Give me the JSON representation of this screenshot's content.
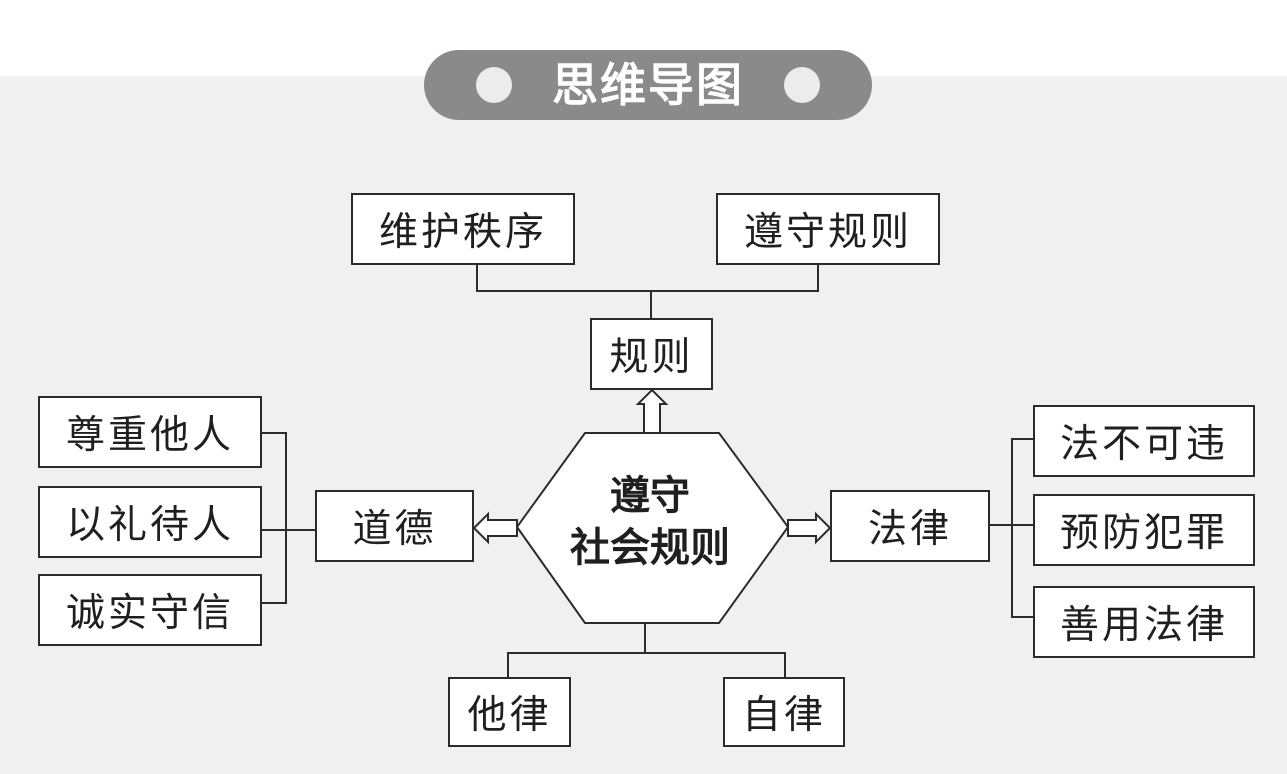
{
  "title": "思维导图",
  "center": {
    "line1": "遵守",
    "line2": "社会规则"
  },
  "top": {
    "label": "规则",
    "children": [
      "维护秩序",
      "遵守规则"
    ]
  },
  "left": {
    "label": "道德",
    "children": [
      "尊重他人",
      "以礼待人",
      "诚实守信"
    ]
  },
  "right": {
    "label": "法律",
    "children": [
      "法不可违",
      "预防犯罪",
      "善用法律"
    ]
  },
  "bottom": {
    "children": [
      "他律",
      "自律"
    ]
  }
}
